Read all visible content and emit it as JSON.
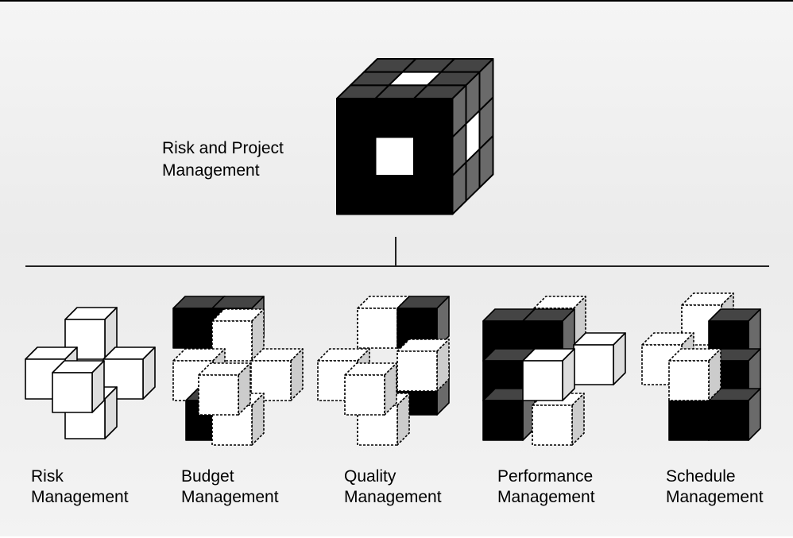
{
  "diagram": {
    "top": {
      "label_line1": "Risk and Project",
      "label_line2": "Management"
    },
    "children": [
      {
        "id": "risk",
        "line1": "Risk",
        "line2": "Management"
      },
      {
        "id": "budget",
        "line1": "Budget",
        "line2": "Management"
      },
      {
        "id": "quality",
        "line1": "Quality",
        "line2": "Management"
      },
      {
        "id": "performance",
        "line1": "Performance",
        "line2": "Management"
      },
      {
        "id": "schedule",
        "line1": "Schedule",
        "line2": "Management"
      }
    ]
  },
  "colors": {
    "cube_black": "#000000",
    "cube_top": "#444444",
    "cube_side": "#6a6a6a",
    "cube_white": "#ffffff",
    "outline_side": "#cccccc",
    "connector": "#222222"
  }
}
